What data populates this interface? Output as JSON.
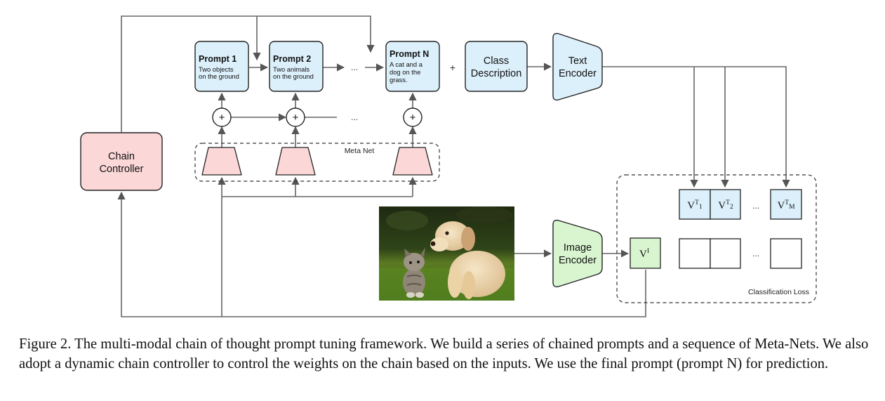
{
  "figure": {
    "chain_controller": {
      "line1": "Chain",
      "line2": "Controller"
    },
    "prompts": [
      {
        "title": "Prompt 1",
        "lines": [
          "Two objects",
          "on the ground"
        ]
      },
      {
        "title": "Prompt 2",
        "lines": [
          "Two animals",
          "on the ground"
        ]
      },
      {
        "title": "Prompt N",
        "lines": [
          "A cat and a",
          "dog on the",
          "grass."
        ]
      }
    ],
    "ellipsis": "...",
    "plus_sign": "+",
    "add_symbol": "+",
    "class_description": {
      "line1": "Class",
      "line2": "Description"
    },
    "text_encoder": {
      "line1": "Text",
      "line2": "Encoder"
    },
    "image_encoder": {
      "line1": "Image",
      "line2": "Encoder"
    },
    "meta_net_label": "Meta Net",
    "text_features": {
      "base": "V",
      "sup": "T",
      "subs": [
        "1",
        "2",
        "M"
      ]
    },
    "image_feature": {
      "base": "V",
      "sup": "I"
    },
    "classification_loss": "Classification Loss",
    "colors": {
      "blue_fill": "#dcf0fb",
      "pink_fill": "#fbd7d7",
      "green_fill": "#d8f5d0",
      "stroke": "#222222",
      "arrow": "#666666"
    }
  },
  "caption": "Figure 2. The multi-modal chain of thought prompt tuning framework. We build a series of chained prompts and a sequence of Meta-Nets. We also adopt a dynamic chain controller to control the weights on the chain based on the inputs. We use the final prompt (prompt N) for prediction."
}
